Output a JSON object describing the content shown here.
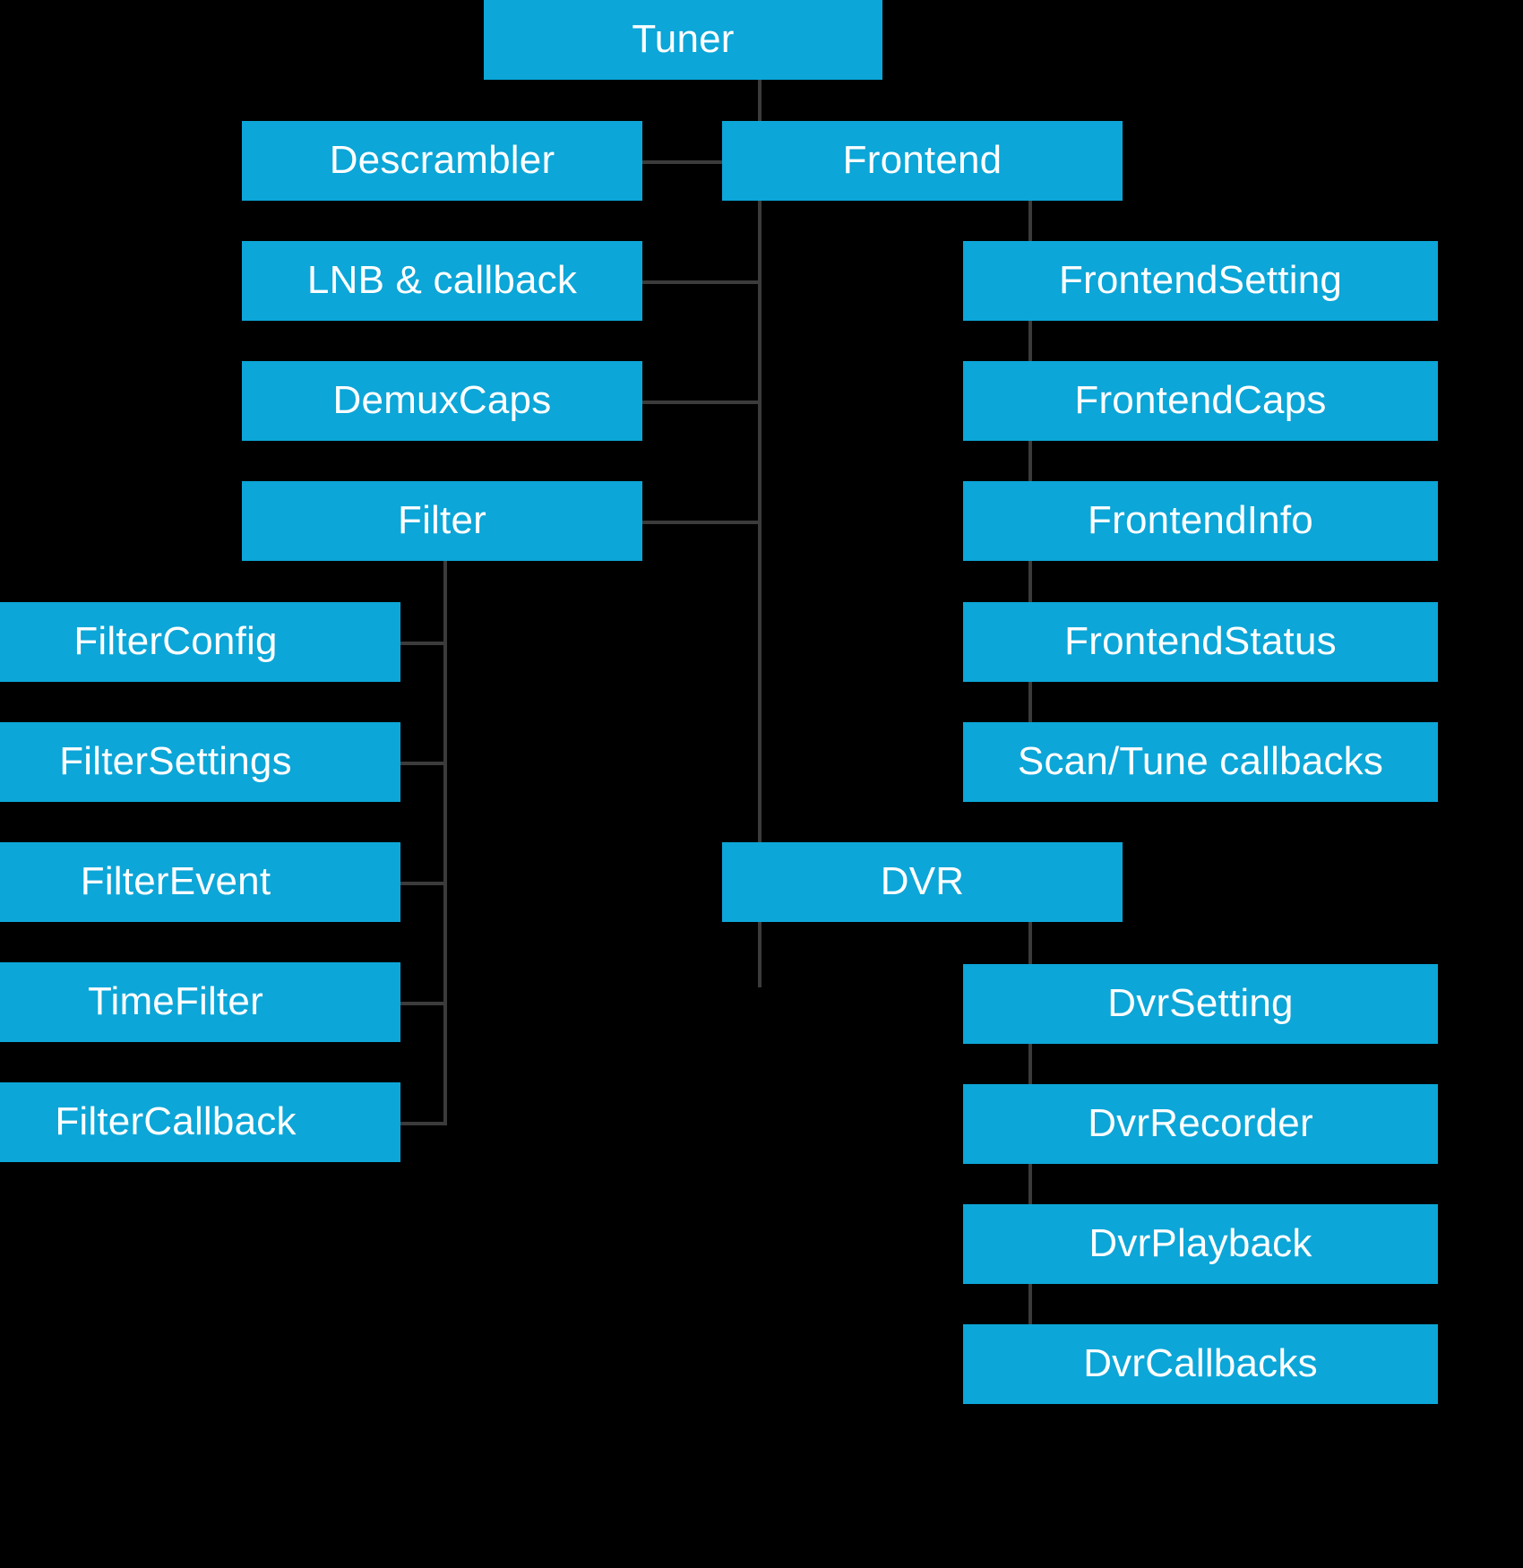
{
  "diagram": {
    "title_node": "Tuner",
    "root": {
      "label": "Tuner"
    },
    "branches": [
      {
        "group": "left-column",
        "items": [
          {
            "label": "Descrambler"
          },
          {
            "label": "LNB & callback"
          },
          {
            "label": "DemuxCaps"
          },
          {
            "label": "Filter"
          }
        ]
      },
      {
        "group": "filter-children",
        "parent": "Filter",
        "items": [
          {
            "label": "FilterConfig"
          },
          {
            "label": "FilterSettings"
          },
          {
            "label": "FilterEvent"
          },
          {
            "label": "TimeFilter"
          },
          {
            "label": "FilterCallback"
          }
        ]
      },
      {
        "group": "frontend",
        "items": [
          {
            "label": "Frontend"
          }
        ]
      },
      {
        "group": "frontend-children",
        "parent": "Frontend",
        "items": [
          {
            "label": "FrontendSetting"
          },
          {
            "label": "FrontendCaps"
          },
          {
            "label": "FrontendInfo"
          },
          {
            "label": "FrontendStatus"
          },
          {
            "label": "Scan/Tune callbacks"
          }
        ]
      },
      {
        "group": "dvr",
        "items": [
          {
            "label": "DVR"
          }
        ]
      },
      {
        "group": "dvr-children",
        "parent": "DVR",
        "items": [
          {
            "label": "DvrSetting"
          },
          {
            "label": "DvrRecorder"
          },
          {
            "label": "DvrPlayback"
          },
          {
            "label": "DvrCallbacks"
          }
        ]
      }
    ],
    "colors": {
      "node_fill": "#0CA6D8",
      "node_text": "#FFFFFF",
      "edge": "#3B3B3B",
      "background": "#000000"
    }
  }
}
